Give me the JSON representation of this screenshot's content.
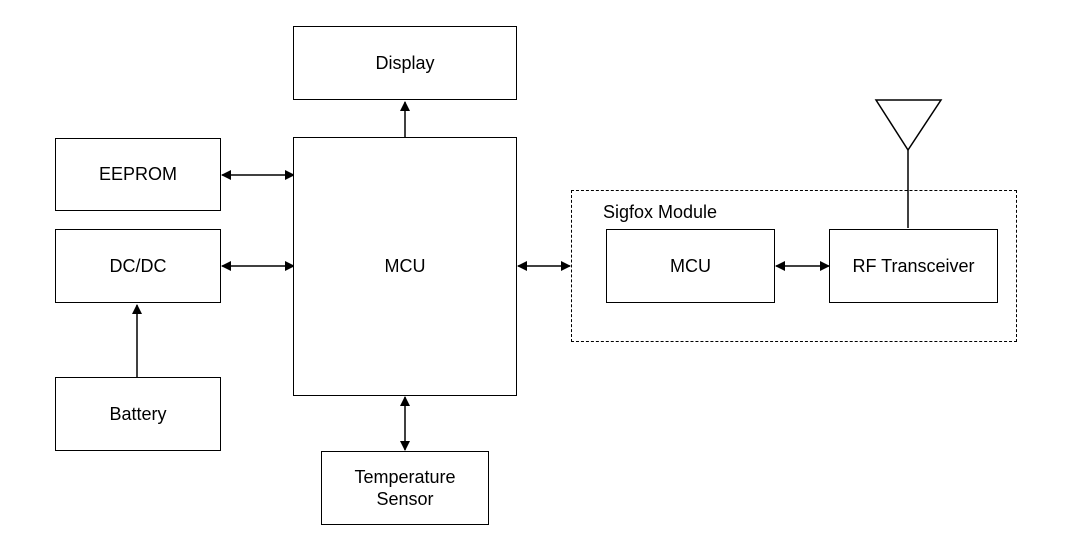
{
  "blocks": {
    "display": "Display",
    "eeprom": "EEPROM",
    "dcdc": "DC/DC",
    "battery": "Battery",
    "mcu_main": "MCU",
    "temp_sensor": "Temperature\nSensor",
    "sigfox_module": "Sigfox Module",
    "mcu_module": "MCU",
    "rf_transceiver": "RF Transceiver"
  }
}
